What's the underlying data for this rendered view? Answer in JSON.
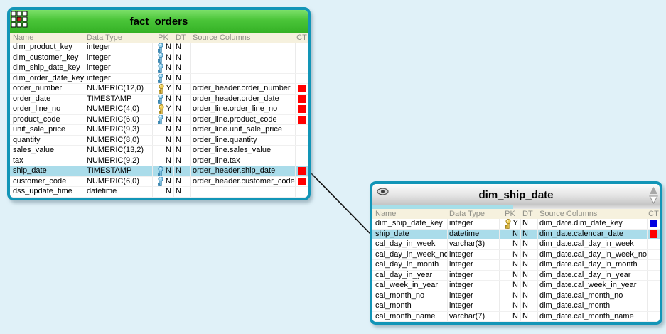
{
  "canvas": {
    "background_color": "#e0f1f8",
    "highlight_color": "#aadcea",
    "ct_red": "#ff0000",
    "ct_blue": "#0000e0",
    "connector_color": "#111111"
  },
  "connector": {
    "from_table": "fact_orders",
    "from_column": "ship_date",
    "to_table": "dim_ship_date",
    "to_column": "ship_date"
  },
  "tables": [
    {
      "title": "fact_orders",
      "icon": "move-handle-icon",
      "border_color": "#1295b7",
      "header_color": "#4ac438",
      "columns": [
        "Name",
        "Data Type",
        "PK",
        "DT",
        "Source Columns",
        "CT"
      ],
      "rows": [
        {
          "name": "dim_product_key",
          "data_type": "integer",
          "key": "blue",
          "pk": "N",
          "dt": "N",
          "source": "",
          "ct": "",
          "highlighted": false
        },
        {
          "name": "dim_customer_key",
          "data_type": "integer",
          "key": "blue",
          "pk": "N",
          "dt": "N",
          "source": "",
          "ct": "",
          "highlighted": false
        },
        {
          "name": "dim_ship_date_key",
          "data_type": "integer",
          "key": "blue",
          "pk": "N",
          "dt": "N",
          "source": "",
          "ct": "",
          "highlighted": false
        },
        {
          "name": "dim_order_date_key",
          "data_type": "integer",
          "key": "blue",
          "pk": "N",
          "dt": "N",
          "source": "",
          "ct": "",
          "highlighted": false
        },
        {
          "name": "order_number",
          "data_type": "NUMERIC(12,0)",
          "key": "gold",
          "pk": "Y",
          "dt": "N",
          "source": "order_header.order_number",
          "ct": "red",
          "highlighted": false
        },
        {
          "name": "order_date",
          "data_type": "TIMESTAMP",
          "key": "blue",
          "pk": "N",
          "dt": "N",
          "source": "order_header.order_date",
          "ct": "red",
          "highlighted": false
        },
        {
          "name": "order_line_no",
          "data_type": "NUMERIC(4,0)",
          "key": "gold",
          "pk": "Y",
          "dt": "N",
          "source": "order_line.order_line_no",
          "ct": "red",
          "highlighted": false
        },
        {
          "name": "product_code",
          "data_type": "NUMERIC(6,0)",
          "key": "blue",
          "pk": "N",
          "dt": "N",
          "source": "order_line.product_code",
          "ct": "red",
          "highlighted": false
        },
        {
          "name": "unit_sale_price",
          "data_type": "NUMERIC(9,3)",
          "key": "",
          "pk": "N",
          "dt": "N",
          "source": "order_line.unit_sale_price",
          "ct": "",
          "highlighted": false
        },
        {
          "name": "quantity",
          "data_type": "NUMERIC(8,0)",
          "key": "",
          "pk": "N",
          "dt": "N",
          "source": "order_line.quantity",
          "ct": "",
          "highlighted": false
        },
        {
          "name": "sales_value",
          "data_type": "NUMERIC(13,2)",
          "key": "",
          "pk": "N",
          "dt": "N",
          "source": "order_line.sales_value",
          "ct": "",
          "highlighted": false
        },
        {
          "name": "tax",
          "data_type": "NUMERIC(9,2)",
          "key": "",
          "pk": "N",
          "dt": "N",
          "source": "order_line.tax",
          "ct": "",
          "highlighted": false
        },
        {
          "name": "ship_date",
          "data_type": "TIMESTAMP",
          "key": "blue",
          "pk": "N",
          "dt": "N",
          "source": "order_header.ship_date",
          "ct": "red",
          "highlighted": true
        },
        {
          "name": "customer_code",
          "data_type": "NUMERIC(6,0)",
          "key": "blue",
          "pk": "N",
          "dt": "N",
          "source": "order_header.customer_code",
          "ct": "red",
          "highlighted": false
        },
        {
          "name": "dss_update_time",
          "data_type": "datetime",
          "key": "",
          "pk": "N",
          "dt": "N",
          "source": "",
          "ct": "",
          "highlighted": false
        }
      ]
    },
    {
      "title": "dim_ship_date",
      "icon": "eye-icon",
      "border_color": "#1295b7",
      "header_color": "#d9d9d9",
      "columns": [
        "Name",
        "Data Type",
        "PK",
        "DT",
        "Source Columns",
        "CT"
      ],
      "rows": [
        {
          "name": "dim_ship_date_key",
          "data_type": "integer",
          "key": "gold",
          "pk": "Y",
          "dt": "N",
          "source": "dim_date.dim_date_key",
          "ct": "blue",
          "highlighted": false
        },
        {
          "name": "ship_date",
          "data_type": "datetime",
          "key": "",
          "pk": "N",
          "dt": "N",
          "source": "dim_date.calendar_date",
          "ct": "red",
          "highlighted": true
        },
        {
          "name": "cal_day_in_week",
          "data_type": "varchar(3)",
          "key": "",
          "pk": "N",
          "dt": "N",
          "source": "dim_date.cal_day_in_week",
          "ct": "",
          "highlighted": false
        },
        {
          "name": "cal_day_in_week_no",
          "data_type": "integer",
          "key": "",
          "pk": "N",
          "dt": "N",
          "source": "dim_date.cal_day_in_week_no",
          "ct": "",
          "highlighted": false
        },
        {
          "name": "cal_day_in_month",
          "data_type": "integer",
          "key": "",
          "pk": "N",
          "dt": "N",
          "source": "dim_date.cal_day_in_month",
          "ct": "",
          "highlighted": false
        },
        {
          "name": "cal_day_in_year",
          "data_type": "integer",
          "key": "",
          "pk": "N",
          "dt": "N",
          "source": "dim_date.cal_day_in_year",
          "ct": "",
          "highlighted": false
        },
        {
          "name": "cal_week_in_year",
          "data_type": "integer",
          "key": "",
          "pk": "N",
          "dt": "N",
          "source": "dim_date.cal_week_in_year",
          "ct": "",
          "highlighted": false
        },
        {
          "name": "cal_month_no",
          "data_type": "integer",
          "key": "",
          "pk": "N",
          "dt": "N",
          "source": "dim_date.cal_month_no",
          "ct": "",
          "highlighted": false
        },
        {
          "name": "cal_month",
          "data_type": "integer",
          "key": "",
          "pk": "N",
          "dt": "N",
          "source": "dim_date.cal_month",
          "ct": "",
          "highlighted": false
        },
        {
          "name": "cal_month_name",
          "data_type": "varchar(7)",
          "key": "",
          "pk": "N",
          "dt": "N",
          "source": "dim_date.cal_month_name",
          "ct": "",
          "highlighted": false
        }
      ]
    }
  ]
}
